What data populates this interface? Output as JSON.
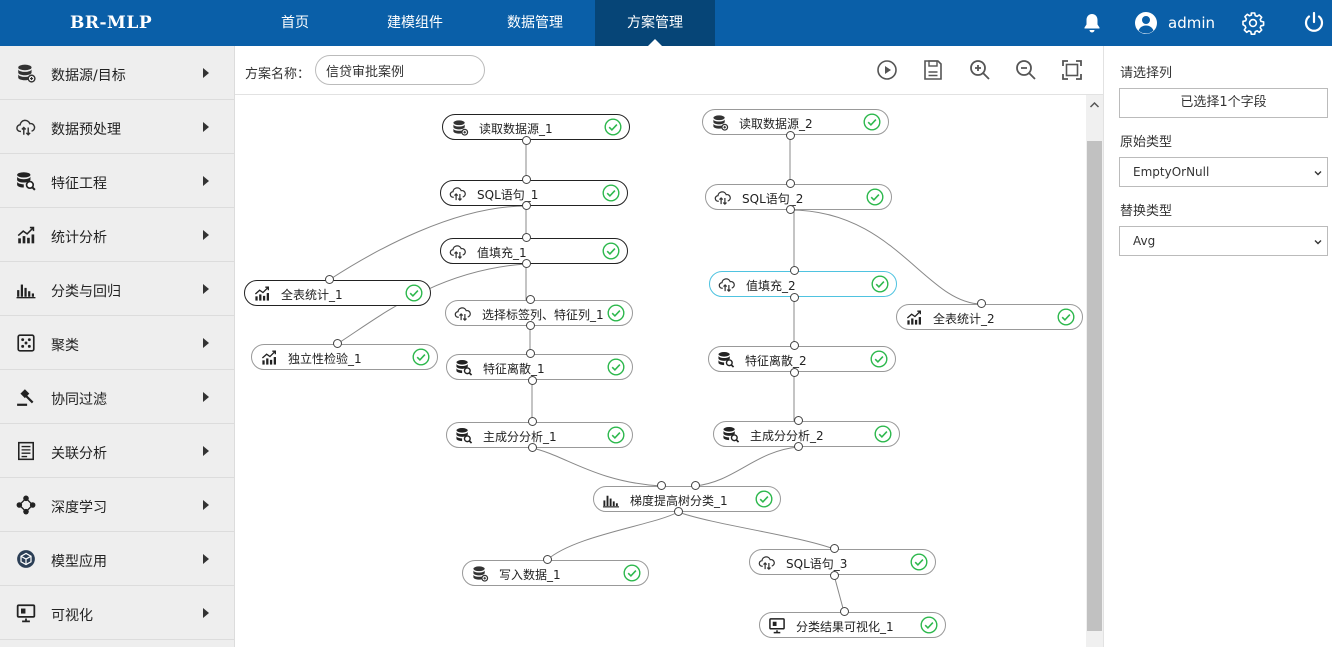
{
  "app": {
    "title": "BR-MLP"
  },
  "nav": {
    "items": [
      "首页",
      "建模组件",
      "数据管理",
      "方案管理"
    ],
    "active": "方案管理"
  },
  "user": {
    "name": "admin"
  },
  "sidebar": {
    "items": [
      {
        "label": "数据源/目标",
        "icon": "database-icon"
      },
      {
        "label": "数据预处理",
        "icon": "cloud-process-icon"
      },
      {
        "label": "特征工程",
        "icon": "database-search-icon"
      },
      {
        "label": "统计分析",
        "icon": "trend-chart-icon"
      },
      {
        "label": "分类与回归",
        "icon": "bar-chart-icon"
      },
      {
        "label": "聚类",
        "icon": "dice-icon"
      },
      {
        "label": "协同过滤",
        "icon": "gavel-icon"
      },
      {
        "label": "关联分析",
        "icon": "document-icon"
      },
      {
        "label": "深度学习",
        "icon": "network-icon"
      },
      {
        "label": "模型应用",
        "icon": "cube-icon"
      },
      {
        "label": "可视化",
        "icon": "monitor-icon"
      }
    ]
  },
  "toolbar": {
    "name_label": "方案名称：",
    "name_value": "信贷审批案例"
  },
  "flow": {
    "nodes": [
      {
        "id": "n1",
        "label": "读取数据源_1",
        "icon": "database-icon",
        "status": "success"
      },
      {
        "id": "n2",
        "label": "SQL语句_1",
        "icon": "cloud-process-icon",
        "status": "success"
      },
      {
        "id": "n3",
        "label": "值填充_1",
        "icon": "cloud-process-icon",
        "status": "success"
      },
      {
        "id": "n4",
        "label": "全表统计_1",
        "icon": "trend-chart-icon",
        "status": "success"
      },
      {
        "id": "n5",
        "label": "选择标签列、特征列_1",
        "icon": "cloud-process-icon",
        "status": "success"
      },
      {
        "id": "n6",
        "label": "独立性检验_1",
        "icon": "trend-chart-icon",
        "status": "success"
      },
      {
        "id": "n7",
        "label": "特征离散_1",
        "icon": "database-search-icon",
        "status": "success"
      },
      {
        "id": "n8",
        "label": "主成分分析_1",
        "icon": "database-search-icon",
        "status": "success"
      },
      {
        "id": "n9",
        "label": "读取数据源_2",
        "icon": "database-icon",
        "status": "success"
      },
      {
        "id": "n10",
        "label": "SQL语句_2",
        "icon": "cloud-process-icon",
        "status": "success"
      },
      {
        "id": "n11",
        "label": "值填充_2",
        "icon": "cloud-process-icon",
        "status": "success"
      },
      {
        "id": "n12",
        "label": "全表统计_2",
        "icon": "trend-chart-icon",
        "status": "success"
      },
      {
        "id": "n13",
        "label": "特征离散_2",
        "icon": "database-search-icon",
        "status": "success"
      },
      {
        "id": "n14",
        "label": "主成分分析_2",
        "icon": "database-search-icon",
        "status": "success"
      },
      {
        "id": "n15",
        "label": "梯度提高树分类_1",
        "icon": "bar-chart-icon",
        "status": "success"
      },
      {
        "id": "n16",
        "label": "写入数据_1",
        "icon": "database-icon",
        "status": "success"
      },
      {
        "id": "n17",
        "label": "SQL语句_3",
        "icon": "cloud-process-icon",
        "status": "success"
      },
      {
        "id": "n18",
        "label": "分类结果可视化_1",
        "icon": "monitor-icon",
        "status": "success"
      }
    ]
  },
  "panel": {
    "column_label": "请选择列",
    "column_button": "已选择1个字段",
    "orig_type_label": "原始类型",
    "orig_type_value": "EmptyOrNull",
    "replace_type_label": "替换类型",
    "replace_type_value": "Avg"
  },
  "colors": {
    "nav_bg": "#0a5fa8",
    "nav_active": "#064577",
    "success": "#2db84d",
    "highlight": "#4fc3e0"
  }
}
